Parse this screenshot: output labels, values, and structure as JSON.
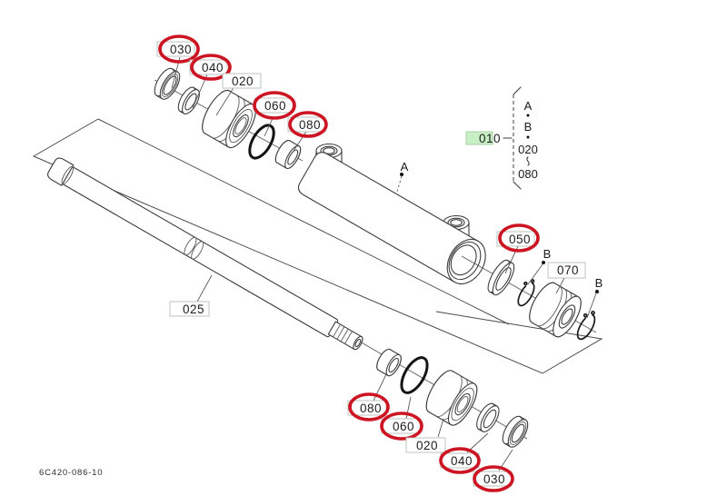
{
  "footer": {
    "drawing_number": "6C420-086-10"
  },
  "assembly": {
    "label": "010",
    "selected": true
  },
  "legend": {
    "view_a": "A",
    "view_b": "B",
    "range_start": "020",
    "range_end": "080"
  },
  "view_labels": {
    "a": "A",
    "b1": "B",
    "b2": "B"
  },
  "parts": {
    "rod": "025",
    "top_030": "030",
    "top_040": "040",
    "top_020": "020",
    "top_060": "060",
    "top_080": "080",
    "mid_050": "050",
    "mid_070": "070",
    "bot_080": "080",
    "bot_060": "060",
    "bot_020": "020",
    "bot_040": "040",
    "bot_030": "030"
  },
  "highlights": {
    "circled_refs": [
      "030",
      "040",
      "060",
      "080",
      "050",
      "080",
      "060",
      "040",
      "030"
    ],
    "circle_color": "#cd1423",
    "selected_ref": "010",
    "selected_fill": "#c9efc5"
  }
}
